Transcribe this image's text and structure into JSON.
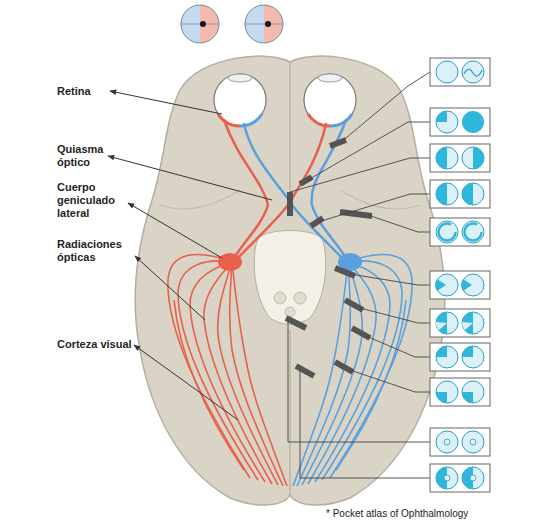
{
  "diagram": {
    "caption": "* Pocket atlas of Ophthalmology",
    "labels": [
      "Retina",
      "Quiasma óptico",
      "Cuerpo geniculado lateral",
      "Radiaciones ópticas",
      "Corteza visual"
    ]
  }
}
